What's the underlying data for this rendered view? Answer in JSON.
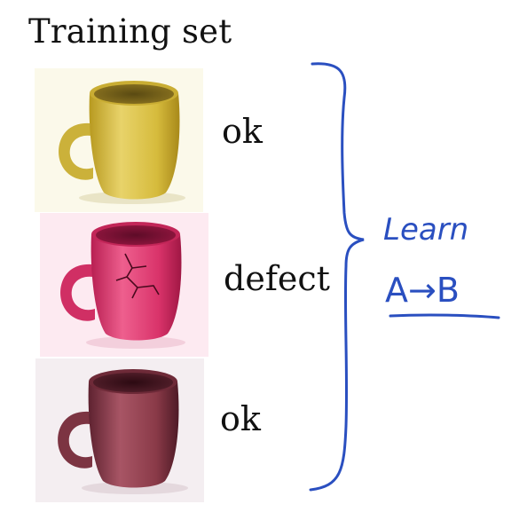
{
  "title": "Training set",
  "examples": [
    {
      "label": "ok",
      "mug_color": "#d9c04a",
      "bg": "#fbf9ea"
    },
    {
      "label": "defect",
      "mug_color": "#d9336a",
      "bg": "#fdeaf1"
    },
    {
      "label": "ok",
      "mug_color": "#8a3a48",
      "bg": "#f4eef1"
    }
  ],
  "annotation": {
    "line1": "Learn",
    "line2": "A→B",
    "ink_color": "#2a4fc0"
  }
}
